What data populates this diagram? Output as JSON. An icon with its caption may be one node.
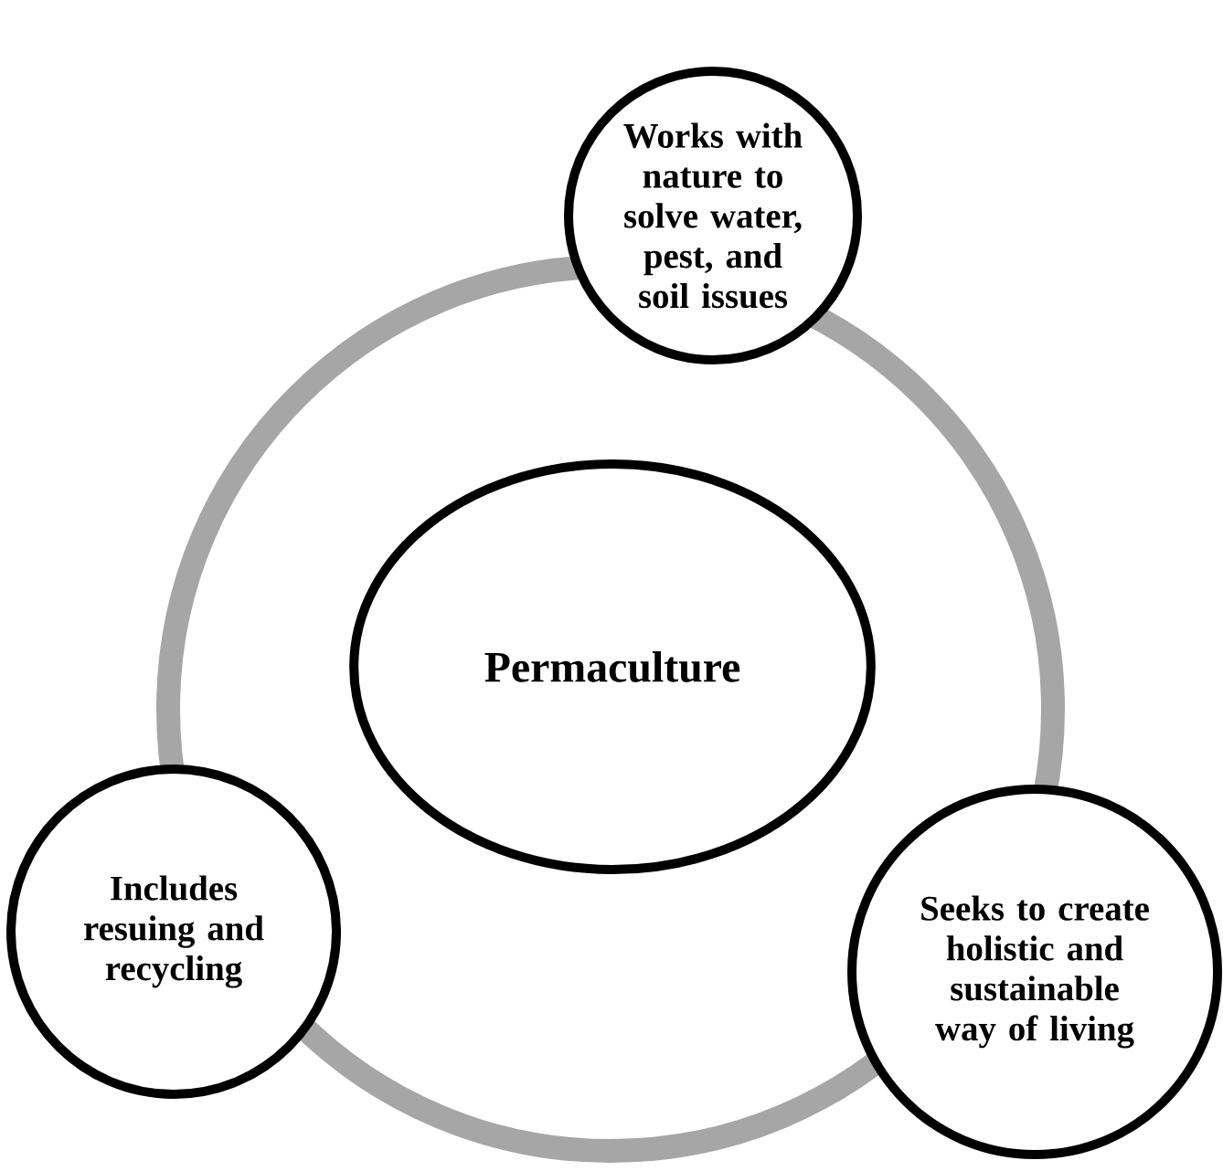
{
  "diagram": {
    "nodes": [
      {
        "text": [
          "Works with nature to solve water, pest, and soil issues"
        ]
      },
      {
        "text": [
          "Permaculture"
        ]
      },
      {
        "text": [
          "Includes resuing and recycling"
        ]
      },
      {
        "text": [
          "Seeks to create holistic and sustainable way of living"
        ]
      }
    ]
  }
}
